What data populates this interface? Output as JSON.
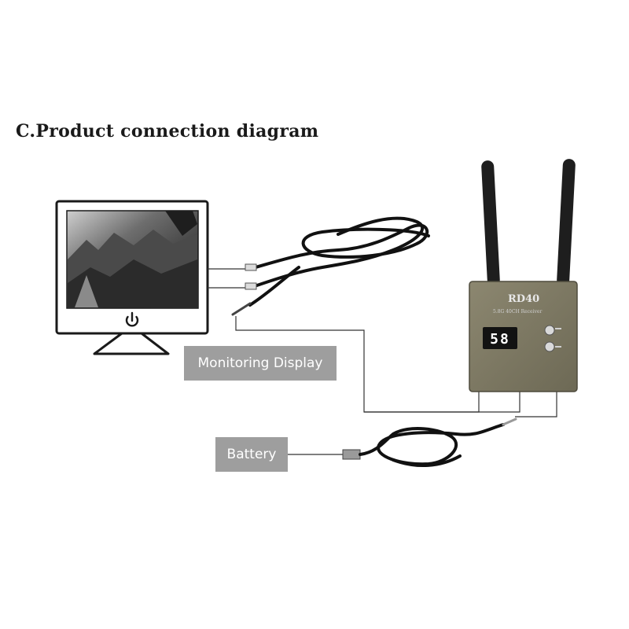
{
  "title": "C.Product connection diagram",
  "labels": {
    "monitoring_display": "Monitoring Display",
    "battery": "Battery"
  },
  "receiver": {
    "model": "RD40",
    "subtitle": "5.8G 40CH Receiver",
    "channel_display": "58"
  },
  "icons": {
    "monitor": "monitor-icon",
    "power": "power-icon",
    "receiver": "receiver-icon",
    "antenna": "antenna-icon"
  },
  "colors": {
    "label_box": "#9e9e9e",
    "receiver_body": "#7f7a64",
    "cable": "#111111",
    "connector_line": "#333333"
  }
}
